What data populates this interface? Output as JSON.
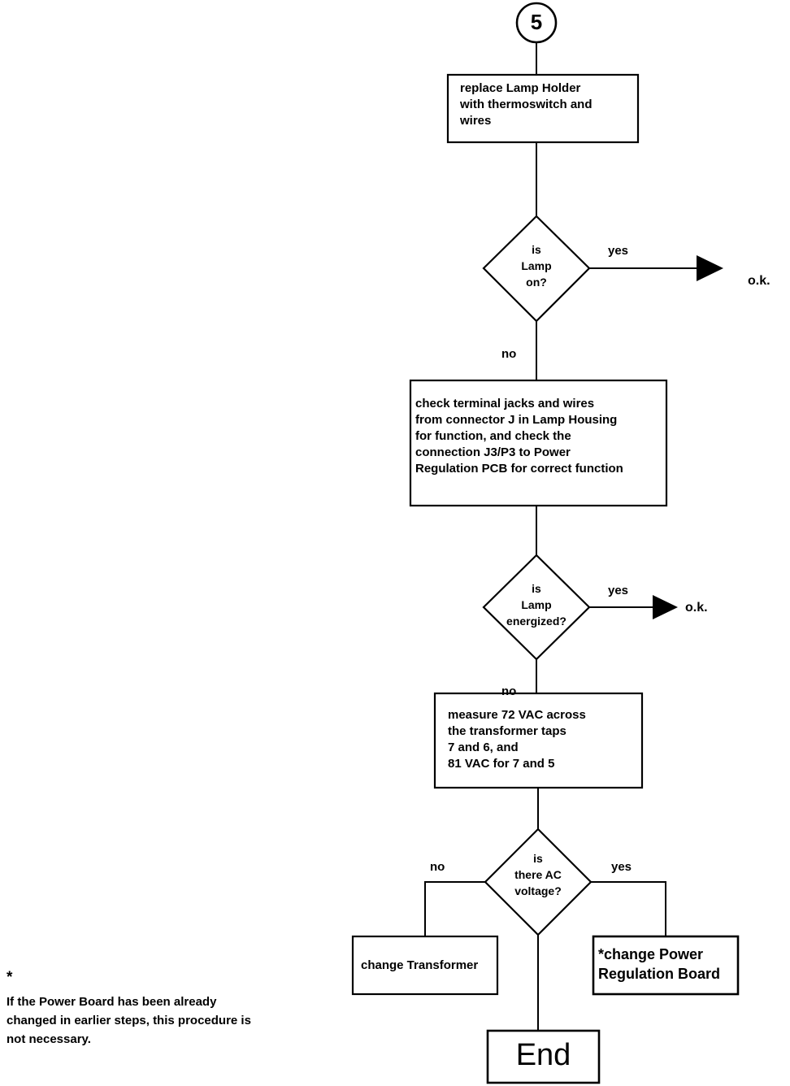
{
  "diagram": {
    "title": "Lamp troubleshooting flowchart (page connector 5)",
    "stroke_color": "#000000",
    "fill_color": "#ffffff",
    "background": "#ffffff"
  },
  "connector": {
    "label": "5"
  },
  "nodes": {
    "replace_lamp_holder": {
      "type": "process",
      "text": "replace Lamp Holder\nwith thermoswitch and\nwires"
    },
    "is_lamp_on": {
      "type": "decision",
      "text": "is\nLamp\non?"
    },
    "check_terminal_jacks": {
      "type": "process",
      "text": "check terminal jacks and wires\nfrom connector J in Lamp Housing\nfor function, and check the\nconnection J3/P3 to Power\nRegulation PCB for correct function"
    },
    "is_lamp_energized": {
      "type": "decision",
      "text": "is\nLamp\nenergized?"
    },
    "measure_vac": {
      "type": "process",
      "text": "measure 72 VAC across\nthe transformer taps\n7 and 6, and\n81 VAC for 7 and 5"
    },
    "is_there_ac_voltage": {
      "type": "decision",
      "text": "is\nthere AC\nvoltage?"
    },
    "change_transformer": {
      "type": "process",
      "text": "change Transformer"
    },
    "change_power_board": {
      "type": "process",
      "text": "*change Power\nRegulation Board"
    },
    "end": {
      "type": "terminator",
      "text": "End"
    }
  },
  "edge_labels": {
    "lamp_on_yes": "yes",
    "lamp_on_no": "no",
    "lamp_energized_yes": "yes",
    "lamp_energized_no": "no",
    "ac_voltage_no": "no",
    "ac_voltage_yes": "yes"
  },
  "outcomes": {
    "ok_lamp_on": "o.k.",
    "ok_lamp_energized": "o.k."
  },
  "footnote": {
    "marker": "*",
    "text": "If the Power Board has been already\nchanged in earlier steps, this procedure is\nnot necessary."
  }
}
